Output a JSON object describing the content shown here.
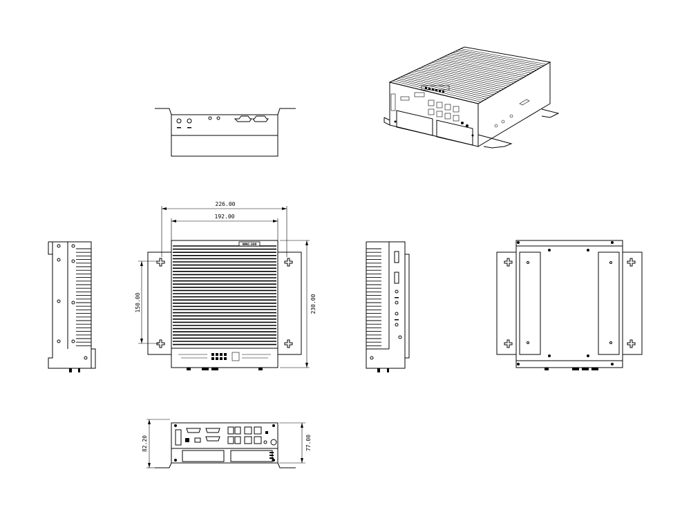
{
  "drawing": {
    "dimensions": {
      "overall_width": "226.00",
      "mount_width": "192.00",
      "hole_spacing": "150.00",
      "overall_depth": "230.00",
      "height_with_feet": "82.20",
      "body_height": "77.00"
    },
    "label_plate": "WNC-300"
  }
}
